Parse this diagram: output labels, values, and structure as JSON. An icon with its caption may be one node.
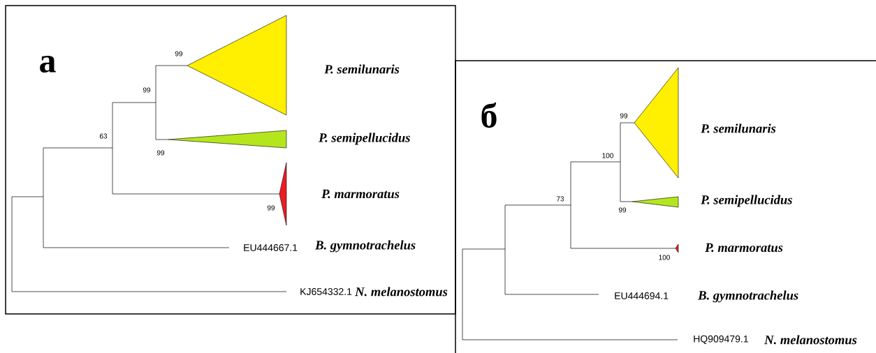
{
  "diagram": {
    "labels": [
      "a",
      "99",
      "P. semilunaris",
      "99",
      "63",
      "P. semipellucidus",
      "99",
      "P. marmoratus",
      "99",
      "EU444667.1",
      "B. gymnotrachelus",
      "KJ654332.1",
      "N. melanostomus",
      "б",
      "99",
      "P. semilunaris",
      "100",
      "73",
      "P. semipellucidus",
      "99",
      "P. marmoratus",
      "100",
      "EU444694.1",
      "B. gymnotrachelus",
      "HQ909479.1",
      "N. melanostomus"
    ]
  }
}
